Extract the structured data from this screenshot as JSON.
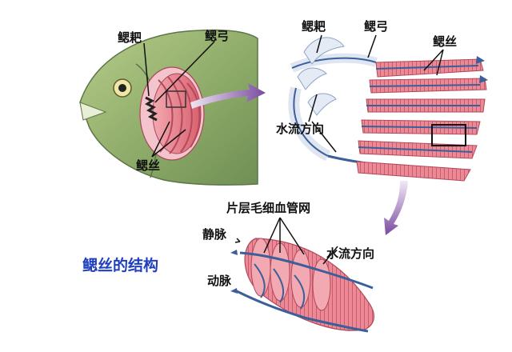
{
  "diagram": {
    "panel_fish": {
      "label_gill_raker": "鳃耙",
      "label_gill_arch": "鳃弓",
      "label_gill_filament": "鳃丝"
    },
    "panel_gill_detail": {
      "label_gill_raker": "鳃耙",
      "label_gill_arch": "鳃弓",
      "label_gill_filament": "鳃丝",
      "label_water_flow": "水流方向"
    },
    "panel_filament": {
      "label_capillary_net": "片层毛细血管网",
      "label_vein": "静脉",
      "label_artery": "动脉",
      "label_water_flow": "水流方向"
    },
    "caption": "鳃丝的结构",
    "colors": {
      "caption": "#1f3fbf",
      "arrow": "#7a4aa0",
      "gill": "#e07a86",
      "fish_body": "#8aa866",
      "vessel": "#3a5f9a"
    }
  }
}
